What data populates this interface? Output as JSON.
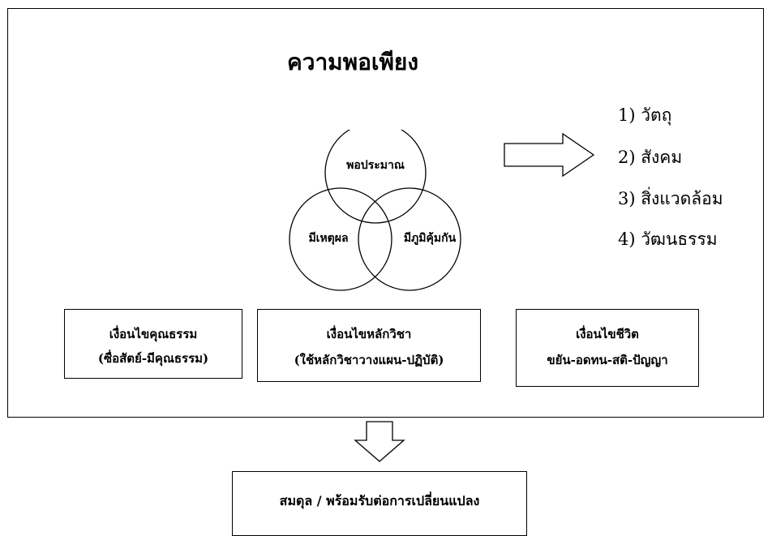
{
  "title": "ความพอเพียง",
  "circles": {
    "top": "พอประมาณ",
    "left": "มีเหตุผล",
    "right": "มีภูมิคุ้มกัน"
  },
  "impact_list": [
    "1) วัตถุ",
    "2) สังคม",
    "3) สิ่งแวดล้อม",
    "4) วัฒนธรรม"
  ],
  "conditions": [
    {
      "line1": "เงื่อนไขคุณธรรม",
      "line2": "(ซื่อสัตย์-มีคุณธรรม)"
    },
    {
      "line1": "เงื่อนไขหลักวิชา",
      "line2": "(ใช้หลักวิชาวางแผน-ปฏิบัติ)"
    },
    {
      "line1": "เงื่อนไขชีวิต",
      "line2": "ขยัน-อดทน-สติ-ปัญญา"
    }
  ],
  "result": "สมดุล / พร้อมรับต่อการเปลี่ยนแปลง"
}
